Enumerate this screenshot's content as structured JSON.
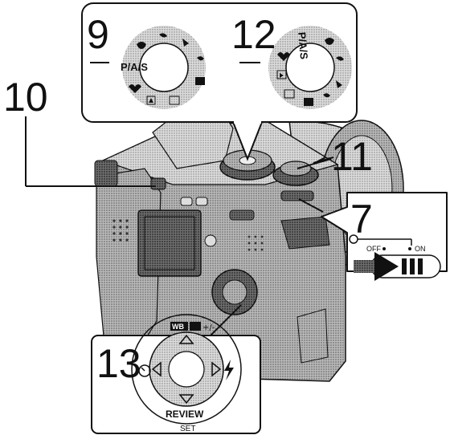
{
  "callouts": {
    "n9": "9",
    "n10": "10",
    "n11": "11",
    "n12": "12",
    "n7": "7",
    "n13": "13"
  },
  "mode_dial": {
    "mode_label": "P/A/S"
  },
  "power_switch": {
    "off_label": "OFF",
    "on_label": "ON"
  },
  "cursor_pad": {
    "top_label": "WB",
    "bottom_label": "REVIEW",
    "set_label": "SET"
  }
}
